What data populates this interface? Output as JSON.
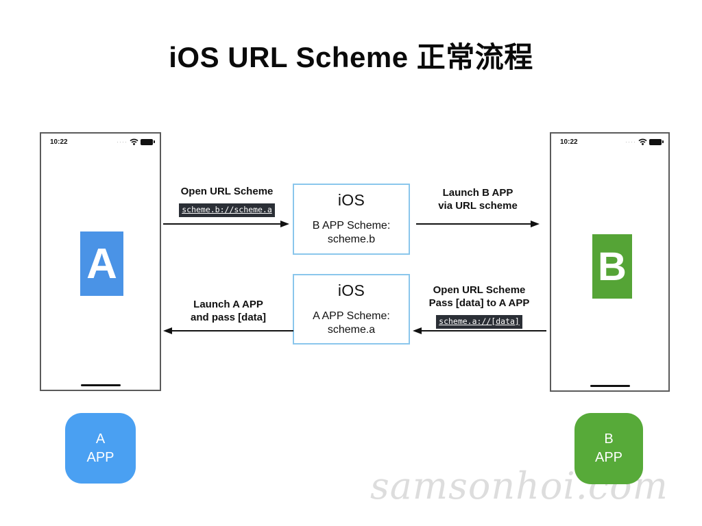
{
  "title": "iOS URL Scheme 正常流程",
  "colors": {
    "app_a_blue": "#4a93e6",
    "app_a_icon_blue": "#4aa0f2",
    "app_b_green": "#55a436",
    "app_b_icon_green": "#57aa39",
    "ios_box_border": "#8ac6ec",
    "code_badge_bg": "#2b2f36",
    "watermark_gray": "#dddddd"
  },
  "phone_a": {
    "time": "10:22",
    "app_letter": "A"
  },
  "phone_b": {
    "time": "10:22",
    "app_letter": "B"
  },
  "flow": {
    "step1": {
      "label": "Open URL Scheme",
      "code": "scheme.b://scheme.a"
    },
    "step2": {
      "line1": "Launch B APP",
      "line2": "via URL scheme"
    },
    "step3": {
      "line1": "Open URL Scheme",
      "line2": "Pass [data] to A APP",
      "code": "scheme.a://[data]"
    },
    "step4": {
      "line1": "Launch A APP",
      "line2": "and pass [data]"
    },
    "ios_box_top": {
      "title": "iOS",
      "line1": "B APP Scheme:",
      "line2": "scheme.b"
    },
    "ios_box_bottom": {
      "title": "iOS",
      "line1": "A APP Scheme:",
      "line2": "scheme.a"
    }
  },
  "app_icons": {
    "a": {
      "line1": "A",
      "line2": "APP"
    },
    "b": {
      "line1": "B",
      "line2": "APP"
    }
  },
  "watermark": "samsonhoi.com"
}
